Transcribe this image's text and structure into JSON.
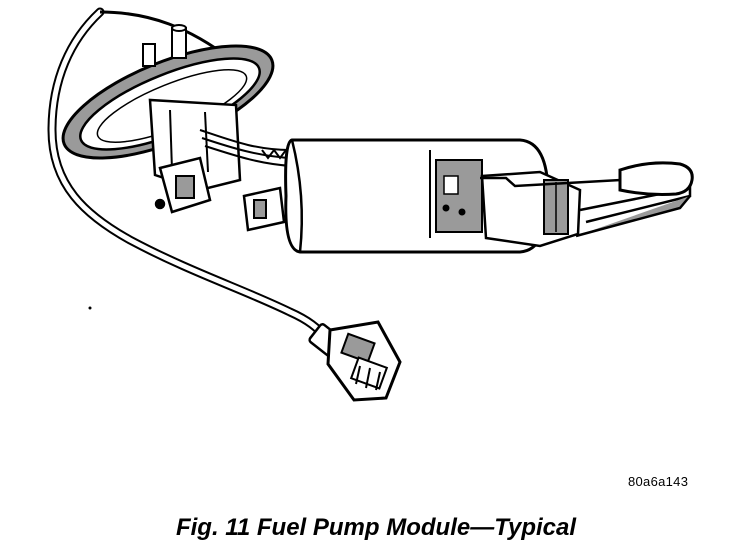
{
  "figure": {
    "reference_code": "80a6a143",
    "caption": "Fig. 11 Fuel Pump Module—Typical"
  },
  "illustration": {
    "subject": "fuel-pump-module",
    "colors": {
      "line": "#000000",
      "shade": "#9a9a9a",
      "paper": "#ffffff"
    }
  }
}
